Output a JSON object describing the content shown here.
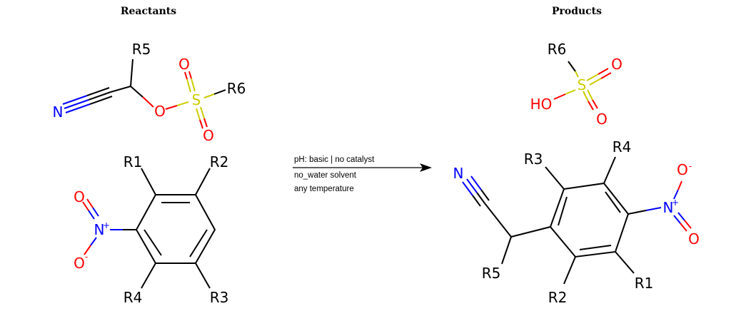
{
  "headings": {
    "reactants": "Reactants",
    "products": "Products"
  },
  "conditions": {
    "ph": "pH: basic | no catalyst",
    "solvent": "no_water solvent",
    "temperature": "any temperature"
  },
  "atoms": {
    "N": "N",
    "O": "O",
    "S": "S",
    "HO": "HO",
    "R1": "R1",
    "R2": "R2",
    "R3": "R3",
    "R4": "R4",
    "R5": "R5",
    "R6": "R6",
    "plus": "+",
    "minus": "-"
  },
  "colors": {
    "bond": "#000000",
    "nitrogen": "#0000ff",
    "oxygen": "#ff0000",
    "sulfur": "#cccc00"
  }
}
